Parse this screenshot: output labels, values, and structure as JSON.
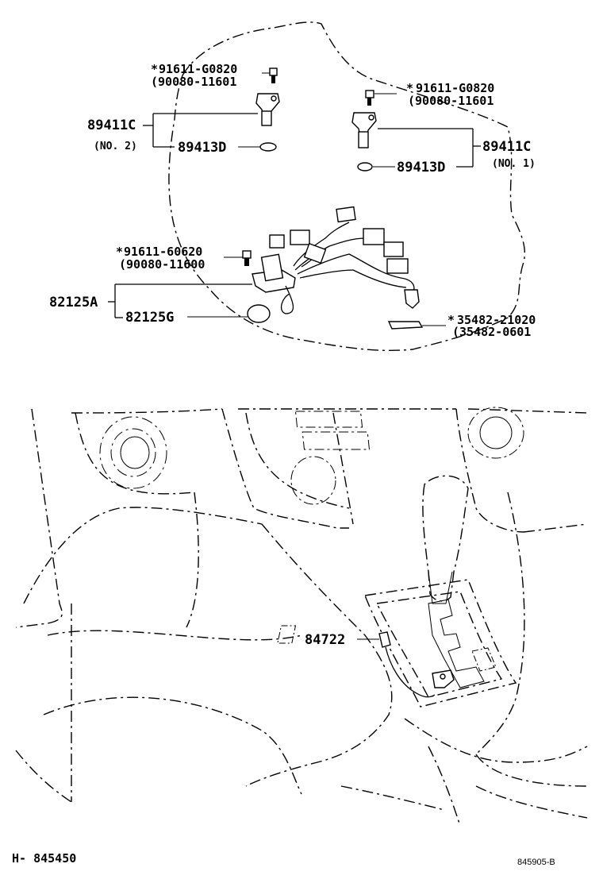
{
  "labels": {
    "bolt_top_left": "91611-G0820",
    "bolt_top_left_alt": "(90080-11601",
    "bolt_top_right": "91611-G0820",
    "bolt_top_right_alt": "(90080-11601",
    "sensor_no2": "89411C",
    "sensor_no2_note": "(NO. 2)",
    "sensor_no1": "89411C",
    "sensor_no1_note": "(NO. 1)",
    "oring_left": "89413D",
    "oring_right": "89413D",
    "bolt_mid": "91611-60620",
    "bolt_mid_alt": "(90080-11600",
    "harness": "82125A",
    "harness_grommet": "82125G",
    "clamp": "35482-21020",
    "clamp_alt": "(35482-0601",
    "shift_switch": "84722",
    "star": "*",
    "footer_left": "H- 845450",
    "footer_right": "845905-B"
  }
}
